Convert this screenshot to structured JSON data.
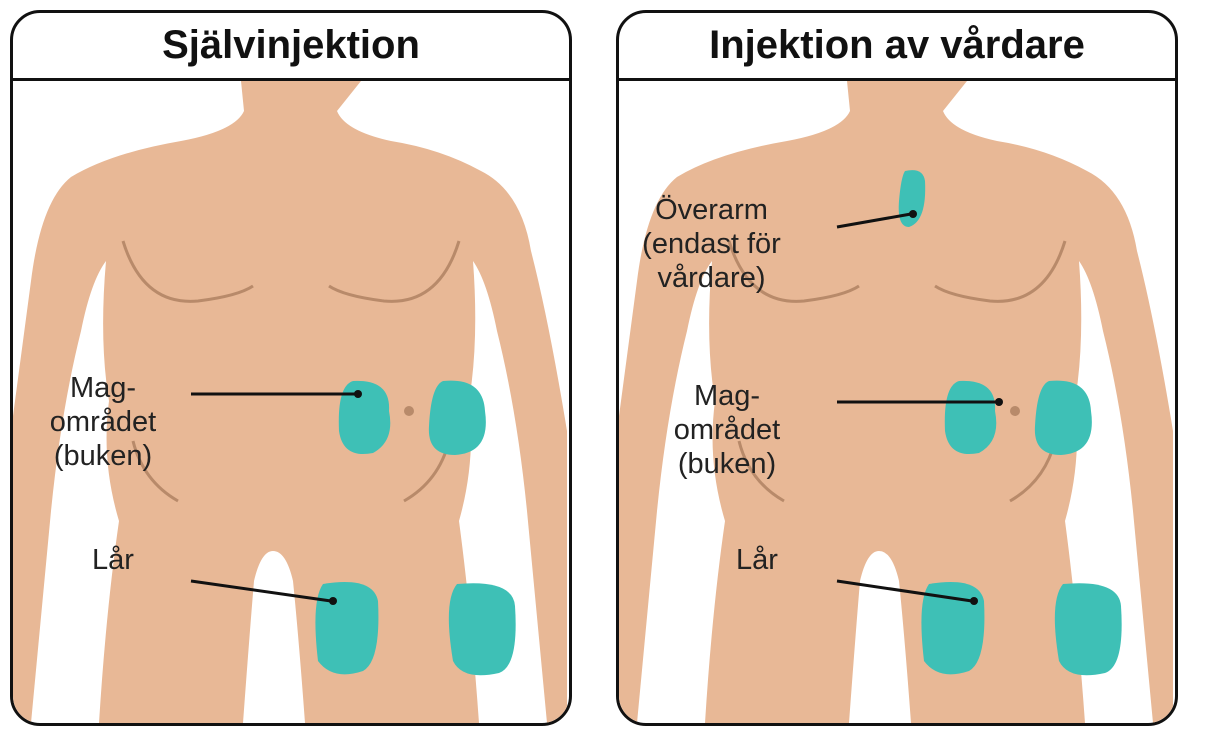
{
  "panels": [
    {
      "title": "Självinjektion",
      "labels": {
        "abdomen": [
          "Mag-",
          "området",
          "(buken)"
        ],
        "thigh": "Lår"
      }
    },
    {
      "title": "Injektion av vårdare",
      "labels": {
        "upper_arm": [
          "Överarm",
          "(endast för",
          "vårdare)"
        ],
        "abdomen": [
          "Mag-",
          "området",
          "(buken)"
        ],
        "thigh": "Lår"
      }
    }
  ],
  "colors": {
    "skin": "#E8B896",
    "skin_line": "#B88A6A",
    "injection_site": "#3EC0B6",
    "border": "#111111"
  }
}
